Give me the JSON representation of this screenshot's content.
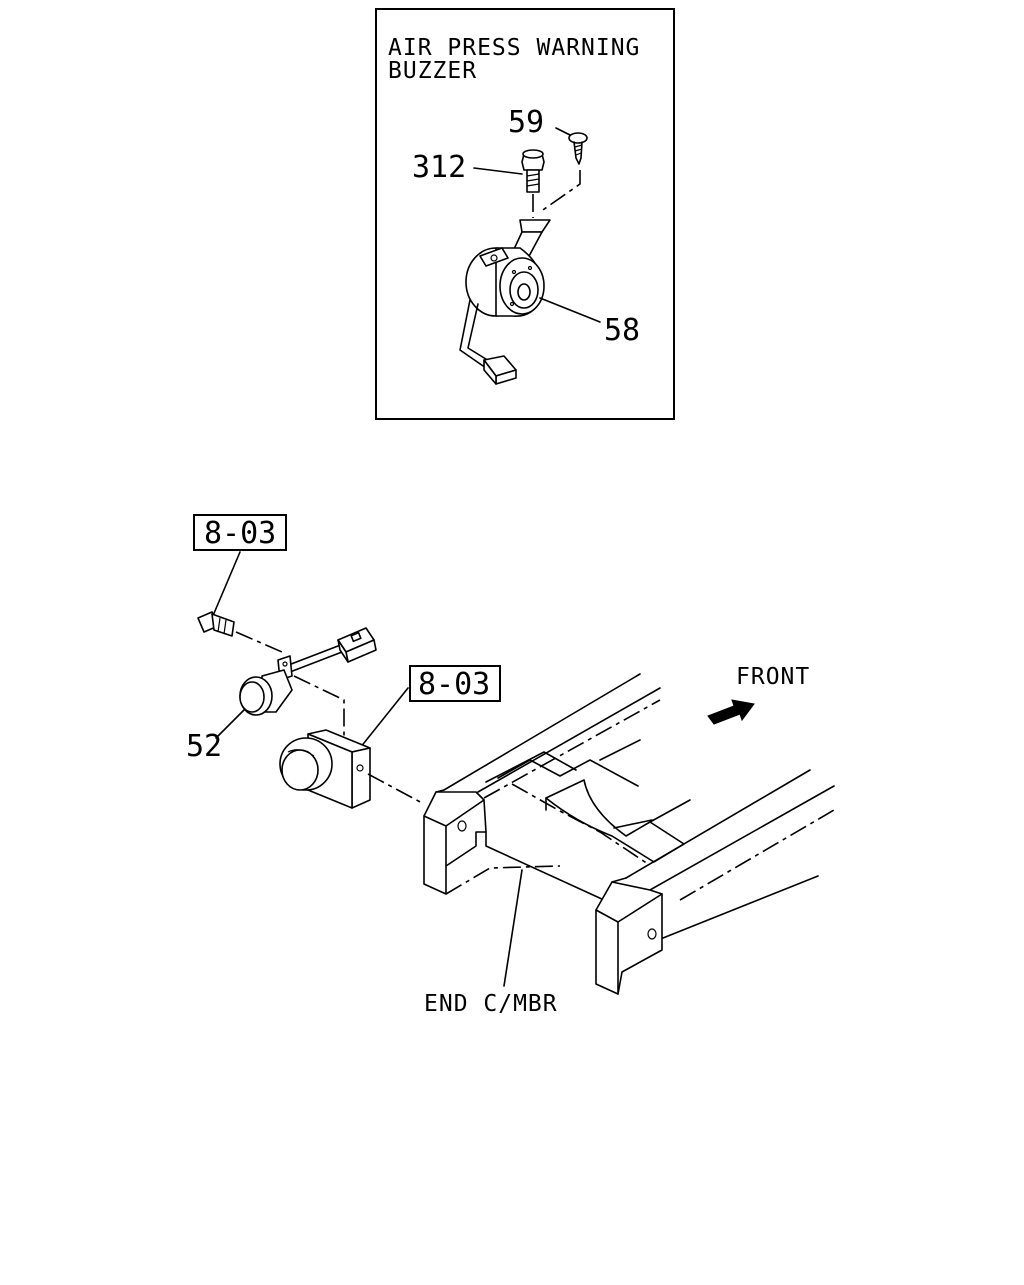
{
  "inset": {
    "title_line1": "AIR PRESS WARNING",
    "title_line2": "BUZZER",
    "callouts": {
      "part_59": "59",
      "part_312": "312",
      "part_58": "58"
    }
  },
  "main": {
    "ref_box_1": "8-03",
    "ref_box_2": "8-03",
    "callout_52": "52",
    "front_label": "FRONT",
    "end_member_label": "END C/MBR"
  }
}
